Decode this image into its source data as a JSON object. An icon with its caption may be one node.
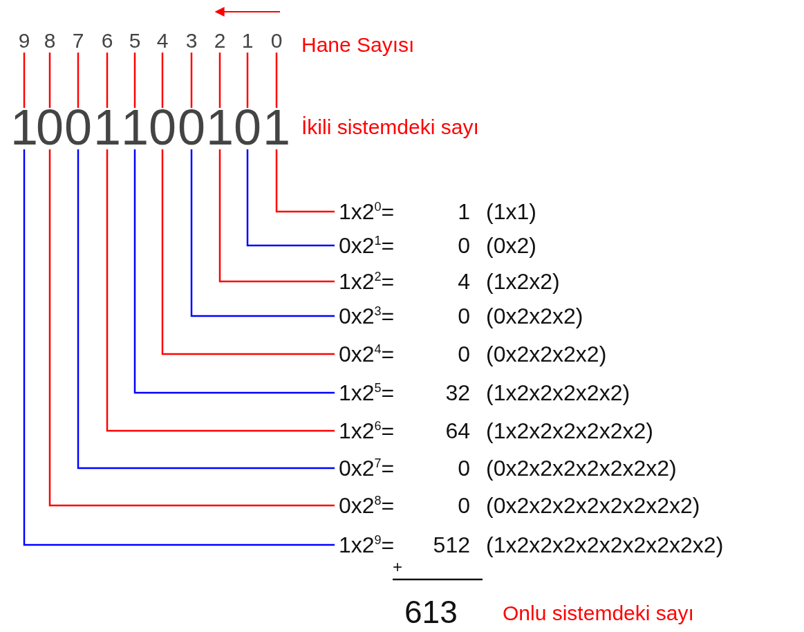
{
  "diagram": {
    "nodes": [
      {
        "text": [
          "9"
        ]
      },
      {
        "text": [
          "8"
        ]
      },
      {
        "text": [
          "7"
        ]
      },
      {
        "text": [
          "6"
        ]
      },
      {
        "text": [
          "5"
        ]
      },
      {
        "text": [
          "4"
        ]
      },
      {
        "text": [
          "3"
        ]
      },
      {
        "text": [
          "2"
        ]
      },
      {
        "text": [
          "1"
        ]
      },
      {
        "text": [
          "0"
        ]
      },
      {
        "text": [
          "1"
        ]
      },
      {
        "text": [
          "0"
        ]
      },
      {
        "text": [
          "0"
        ]
      },
      {
        "text": [
          "1"
        ]
      },
      {
        "text": [
          "1"
        ]
      },
      {
        "text": [
          "0"
        ]
      },
      {
        "text": [
          "0"
        ]
      },
      {
        "text": [
          "1"
        ]
      },
      {
        "text": [
          "0"
        ]
      },
      {
        "text": [
          "1"
        ]
      },
      {
        "text": [
          "1x2$^{0}$=",
          "1",
          "(1x1)"
        ]
      },
      {
        "text": [
          "0x2$^{1}$=",
          "0",
          "(0x2)"
        ]
      },
      {
        "text": [
          "1x2$^{2}$=",
          "4",
          "(1x2x2)"
        ]
      },
      {
        "text": [
          "0x2$^{3}$=",
          "0",
          "(0x2x2x2)"
        ]
      },
      {
        "text": [
          "0x2$^{4}$=",
          "0",
          "(0x2x2x2x2)"
        ]
      },
      {
        "text": [
          "1x2$^{5}$=",
          "32",
          "(1x2x2x2x2x2)"
        ]
      },
      {
        "text": [
          "1x2$^{6}$=",
          "64",
          "(1x2x2x2x2x2x2)"
        ]
      },
      {
        "text": [
          "0x2$^{7}$=",
          "0",
          "(0x2x2x2x2x2x2x2)"
        ]
      },
      {
        "text": [
          "0x2$^{8}$=",
          "0",
          "(0x2x2x2x2x2x2x2x2)"
        ]
      },
      {
        "text": [
          "1x2$^{9}$=",
          "512",
          "(1x2x2x2x2x2x2x2x2x2)"
        ]
      }
    ],
    "edges": [
      {
        "from": 0,
        "to": 10,
        "arrow": "none"
      },
      {
        "from": 1,
        "to": 11,
        "arrow": "none"
      },
      {
        "from": 2,
        "to": 12,
        "arrow": "none"
      },
      {
        "from": 3,
        "to": 13,
        "arrow": "none"
      },
      {
        "from": 4,
        "to": 14,
        "arrow": "none"
      },
      {
        "from": 5,
        "to": 15,
        "arrow": "none"
      },
      {
        "from": 6,
        "to": 16,
        "arrow": "none"
      },
      {
        "from": 7,
        "to": 17,
        "arrow": "none"
      },
      {
        "from": 8,
        "to": 18,
        "arrow": "none"
      },
      {
        "from": 9,
        "to": 19,
        "arrow": "none"
      },
      {
        "from": 19,
        "to": 20,
        "arrow": "none"
      },
      {
        "from": 18,
        "to": 21,
        "arrow": "none",
        "color": "#0000ff"
      },
      {
        "from": 17,
        "to": 22,
        "arrow": "none"
      },
      {
        "from": 16,
        "to": 23,
        "arrow": "none",
        "color": "#0000ff"
      },
      {
        "from": 15,
        "to": 24,
        "arrow": "none"
      },
      {
        "from": 14,
        "to": 25,
        "arrow": "none",
        "color": "#0000ff"
      },
      {
        "from": 13,
        "to": 26,
        "arrow": "none"
      },
      {
        "from": 12,
        "to": 27,
        "arrow": "none",
        "color": "#0000ff"
      },
      {
        "from": 11,
        "to": 28,
        "arrow": "none"
      },
      {
        "from": 10,
        "to": 29,
        "arrow": "none",
        "color": "#0000ff"
      }
    ],
    "labels": [
      "Hane Sayısı",
      "İkili sistemdeki sayı",
      "+",
      "613",
      "Onlu sistemdeki sayı"
    ]
  }
}
